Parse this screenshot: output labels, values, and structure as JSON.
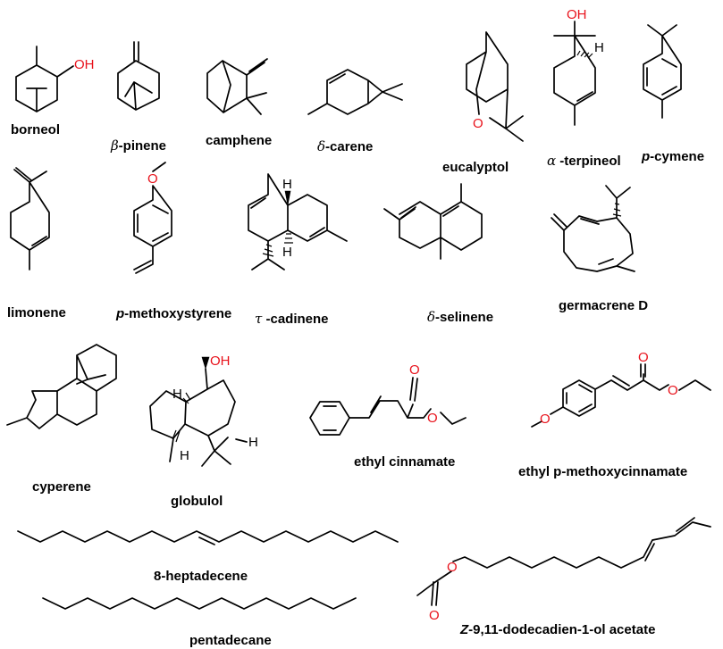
{
  "colors": {
    "bond": "#000000",
    "oxygen": "#e8121b",
    "text": "#000000"
  },
  "atoms": {
    "oxygen": "O",
    "hydroxyl": "OH",
    "hydrogen": "H"
  },
  "compounds": [
    {
      "id": "borneol",
      "label": "borneol"
    },
    {
      "id": "beta-pinene",
      "prefix": "β",
      "label": "-pinene"
    },
    {
      "id": "camphene",
      "label": "camphene"
    },
    {
      "id": "delta-carene",
      "prefix": "δ",
      "label": "-carene"
    },
    {
      "id": "eucalyptol",
      "label": "eucalyptol"
    },
    {
      "id": "alpha-terpineol",
      "prefix": "α",
      "label": " -terpineol"
    },
    {
      "id": "p-cymene",
      "prefix": "p",
      "label": "-cymene"
    },
    {
      "id": "limonene",
      "label": "limonene"
    },
    {
      "id": "p-methoxystyrene",
      "prefix": "p",
      "label": "-methoxystyrene"
    },
    {
      "id": "tau-cadinene",
      "prefix": "τ",
      "label": " -cadinene"
    },
    {
      "id": "delta-selinene",
      "prefix": "δ",
      "label": "-selinene"
    },
    {
      "id": "germacrene-d",
      "label": "germacrene D"
    },
    {
      "id": "cyperene",
      "label": "cyperene"
    },
    {
      "id": "globulol",
      "label": "globulol"
    },
    {
      "id": "ethyl-cinnamate",
      "label": "ethyl cinnamate"
    },
    {
      "id": "ethyl-p-methoxycinnamate",
      "label": "ethyl p-methoxycinnamate"
    },
    {
      "id": "8-heptadecene",
      "label": "8-heptadecene"
    },
    {
      "id": "pentadecane",
      "label": "pentadecane"
    },
    {
      "id": "dodecadienyl-acetate",
      "prefix": "Z",
      "label": "-9,11-dodecadien-1-ol acetate"
    }
  ]
}
